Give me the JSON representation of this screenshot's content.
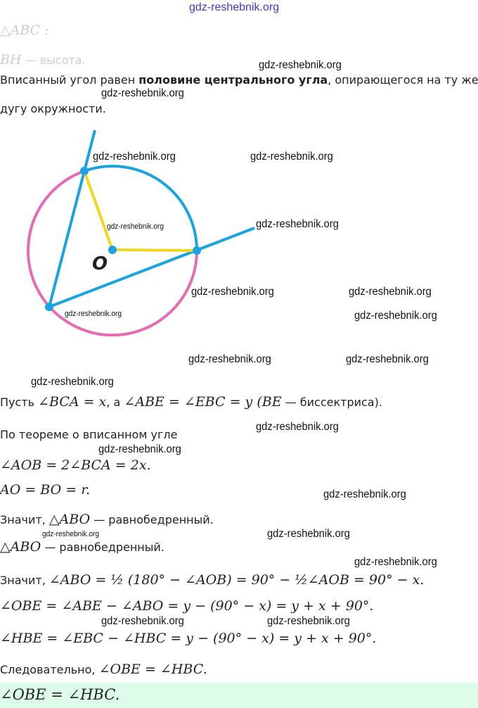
{
  "header_watermark": "gdz-reshebnik.org",
  "given": {
    "triangle": "△ABC :",
    "altitude_math": "BH",
    "altitude_text": "— высота."
  },
  "theorem": {
    "part1": "Вписанный угол равен ",
    "bold": "половине центрального угла",
    "part2": ", опирающегося на ту же",
    "line2": "дугу окружности."
  },
  "diagram": {
    "center_label": "O",
    "colors": {
      "blue": "#1aa3e0",
      "pink": "#e66bb5",
      "yellow": "#f2d71e"
    }
  },
  "lines": {
    "let_prefix": "Пусть ",
    "let_math1": "∠BCA = x",
    "let_mid": ", а ",
    "let_math2": "∠ABE = ∠EBC = y",
    "let_math3": " (BE",
    "let_suffix": " — биссектриса).",
    "by_theorem": "По теореме о вписанном угле",
    "aob": "∠AOB = 2∠BCA = 2x.",
    "radii": "AO = BO = r.",
    "so1_prefix": "Значит, ",
    "so1_math": "△ABO",
    "so1_suffix": " — равнобедренный.",
    "iso_math": "△ABO",
    "iso_suffix": " — равнобедренный.",
    "so2_prefix": "Значит, ",
    "so2_math": "∠ABO = ½ (180° − ∠AOB) = 90° − ½∠AOB = 90° − x.",
    "obe": "∠OBE = ∠ABE − ∠ABO = y − (90° − x) = y + x + 90°.",
    "hbe": "∠HBE = ∠EBC − ∠HBC = y − (90° − x) = y + x + 90°.",
    "conc_prefix": "Следовательно, ",
    "conc_math": "∠OBE = ∠HBC."
  },
  "answer": "∠OBE = ∠HBC.",
  "watermarks": [
    "gdz-reshebnik.org",
    "gdz-reshebnik.org",
    "gdz-reshebnik.org",
    "gdz-reshebnik.org",
    "gdz-reshebnik.org",
    "gdz-reshebnik.org",
    "gdz-reshebnik.org",
    "gdz-reshebnik.org",
    "gdz-reshebnik.org",
    "gdz-reshebnik.org",
    "gdz-reshebnik.org",
    "gdz-reshebnik.org",
    "gdz-reshebnik.org",
    "gdz-reshebnik.org",
    "gdz-reshebnik.org",
    "gdz-reshebnik.org",
    "gdz-reshebnik.org",
    "gdz-reshebnik.org",
    "gdz-reshebnik.org",
    "gdz-reshebnik.org",
    "gdz-reshebnik.org"
  ]
}
